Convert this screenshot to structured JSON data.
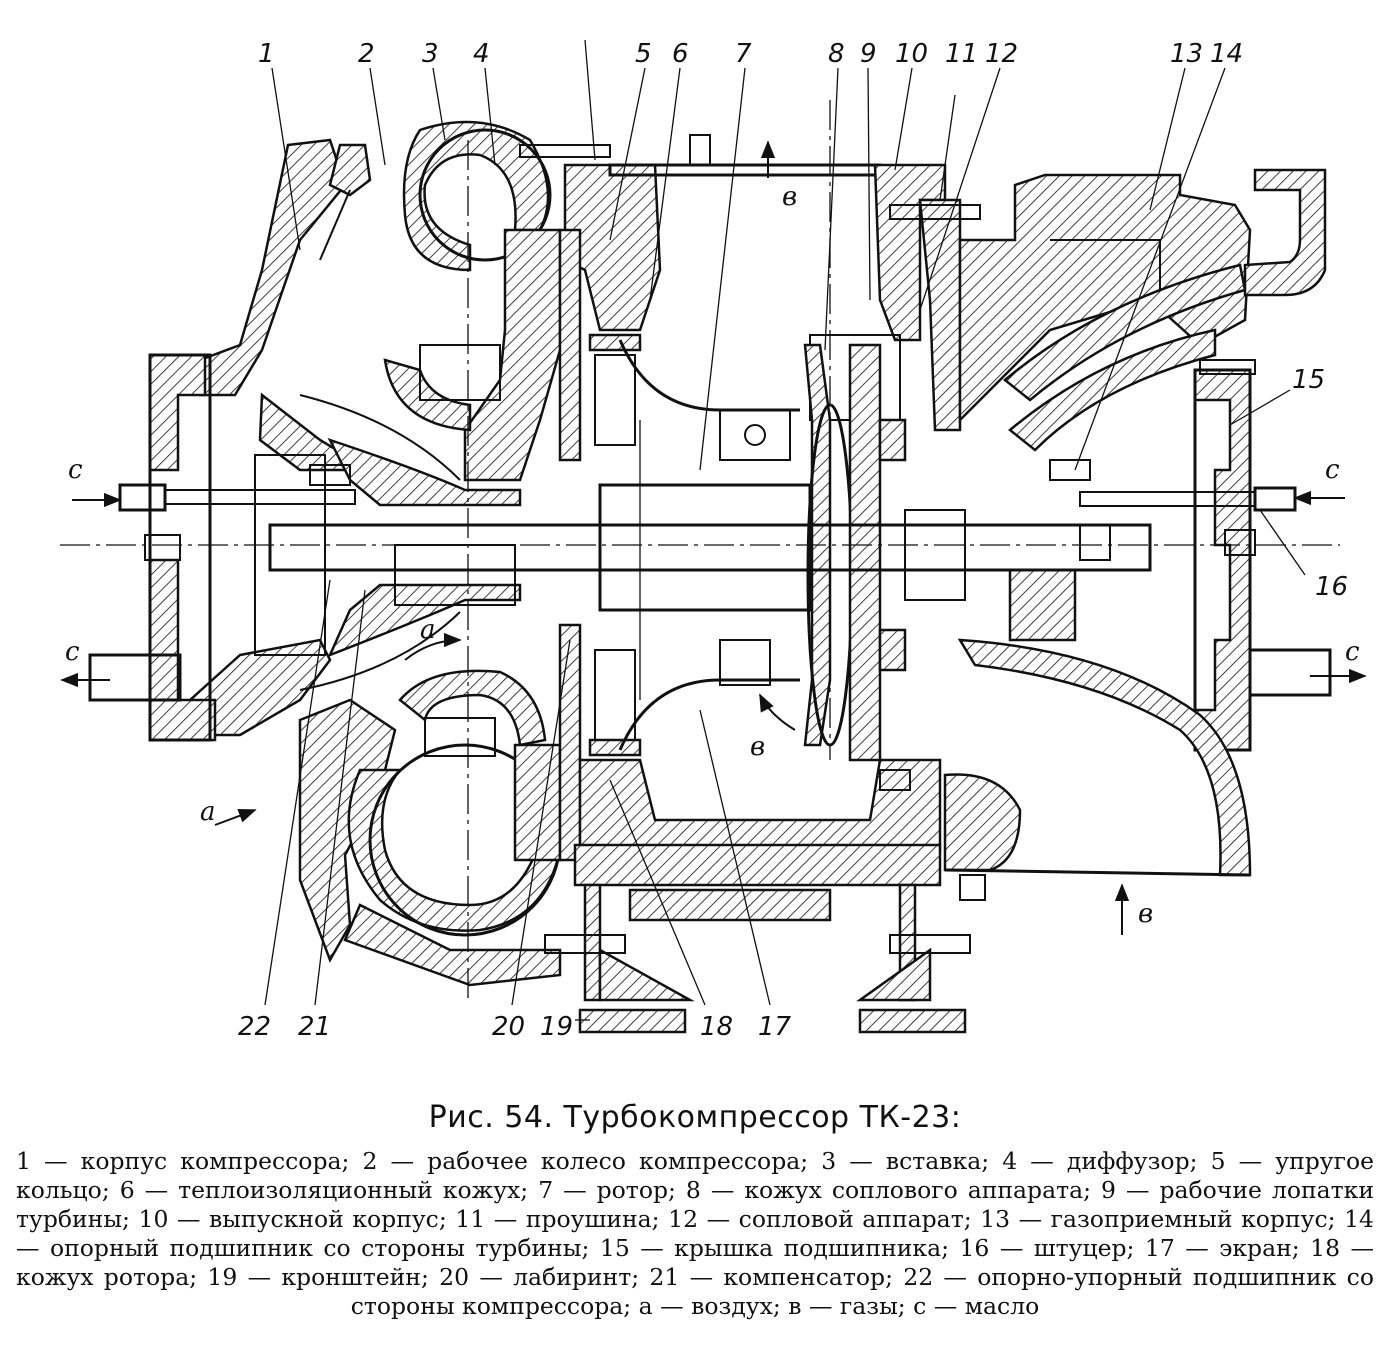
{
  "figure": {
    "title": "Рис. 54. Турбокомпрессор ТК-23:",
    "legend_text": "1 — корпус компрессора; 2 — рабочее колесо компрессора; 3 — вставка; 4 — диффузор; 5 — упругое кольцо; 6 — теплоизоляционный кожух; 7 — ротор; 8 — кожух соплового аппарата; 9 — рабочие лопатки турбины; 10 — выпускной корпус; 11 — проушина; 12 — сопловой аппарат; 13 — газоприемный корпус; 14 — опорный подшипник со стороны турбины; 15 — крышка подшипника; 16 — штуцер; 17 — экран; 18 — кожух ротора; 19 — кронштейн; 20 — лабиринт; 21 — компенсатор; 22 — опорно-упорный подшипник со стороны компрессора; а — воздух; в — газы; с — масло"
  },
  "callouts": {
    "top": [
      "1",
      "2",
      "3",
      "4",
      "5",
      "6",
      "7",
      "8",
      "9",
      "10",
      "11",
      "12",
      "13",
      "14"
    ],
    "right": [
      "15",
      "16"
    ],
    "bottom": [
      "22",
      "21",
      "20",
      "19",
      "18",
      "17"
    ]
  },
  "flow_labels": {
    "air": "а",
    "gas": "в",
    "oil": "с"
  }
}
